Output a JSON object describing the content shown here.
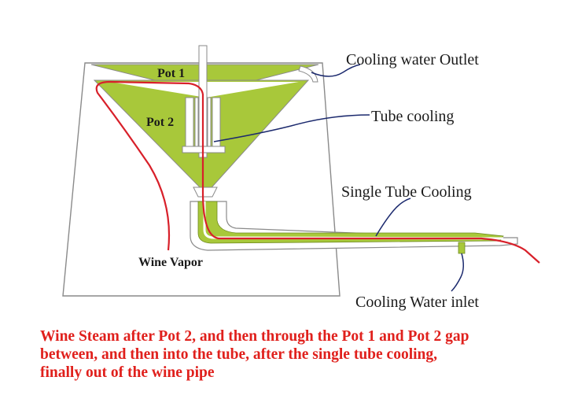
{
  "labels": {
    "pot1": "Pot 1",
    "pot2": "Pot 2",
    "wine_vapor": "Wine Vapor",
    "cooling_water_outlet": "Cooling water Outlet",
    "tube_cooling": "Tube cooling",
    "single_tube_cooling": "Single Tube Cooling",
    "cooling_water_inlet": "Cooling Water inlet"
  },
  "caption": {
    "line1": "Wine Steam after Pot 2, and then through the Pot 1 and Pot 2 gap",
    "line2": "between, and then into the tube, after the single tube cooling,",
    "line3": "finally out of the wine pipe"
  },
  "colors": {
    "pot_fill": "#a8c83a",
    "vapor_line": "#d8202a",
    "leader_line": "#1c2a6e",
    "outline": "#8a8a8a",
    "caption_text": "#e0201c"
  }
}
